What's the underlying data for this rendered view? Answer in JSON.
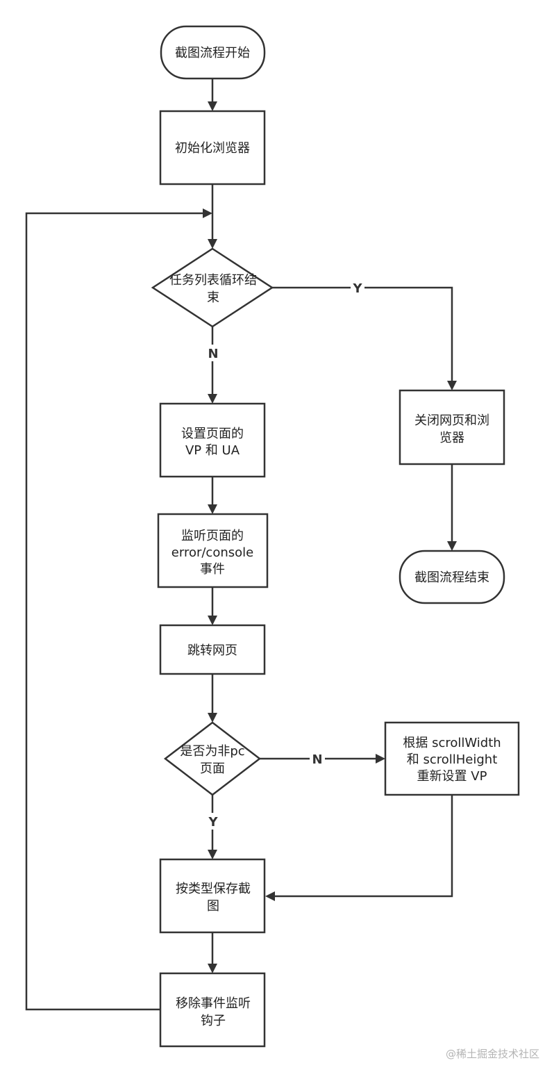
{
  "nodes": {
    "start": "截图流程开始",
    "init_browser": "初始化浏览器",
    "loop_check": [
      "任务列表循环结",
      "束"
    ],
    "set_vp_ua": [
      "设置页面的",
      "VP 和 UA"
    ],
    "listen_events": [
      "监听页面的",
      "error/console",
      "事件"
    ],
    "navigate": "跳转网页",
    "is_non_pc": [
      "是否为非pc",
      "页面"
    ],
    "reset_vp": [
      "根据 scrollWidth",
      "和 scrollHeight",
      "重新设置 VP"
    ],
    "save_shot": [
      "按类型保存截",
      "图"
    ],
    "remove_hooks": [
      "移除事件监听",
      "钩子"
    ],
    "close_browser": [
      "关闭网页和浏",
      "览器"
    ],
    "end": "截图流程结束"
  },
  "edge_labels": {
    "loop_yes": "Y",
    "loop_no": "N",
    "pc_no": "N",
    "pc_yes": "Y"
  },
  "watermark": "@稀土掘金技术社区"
}
